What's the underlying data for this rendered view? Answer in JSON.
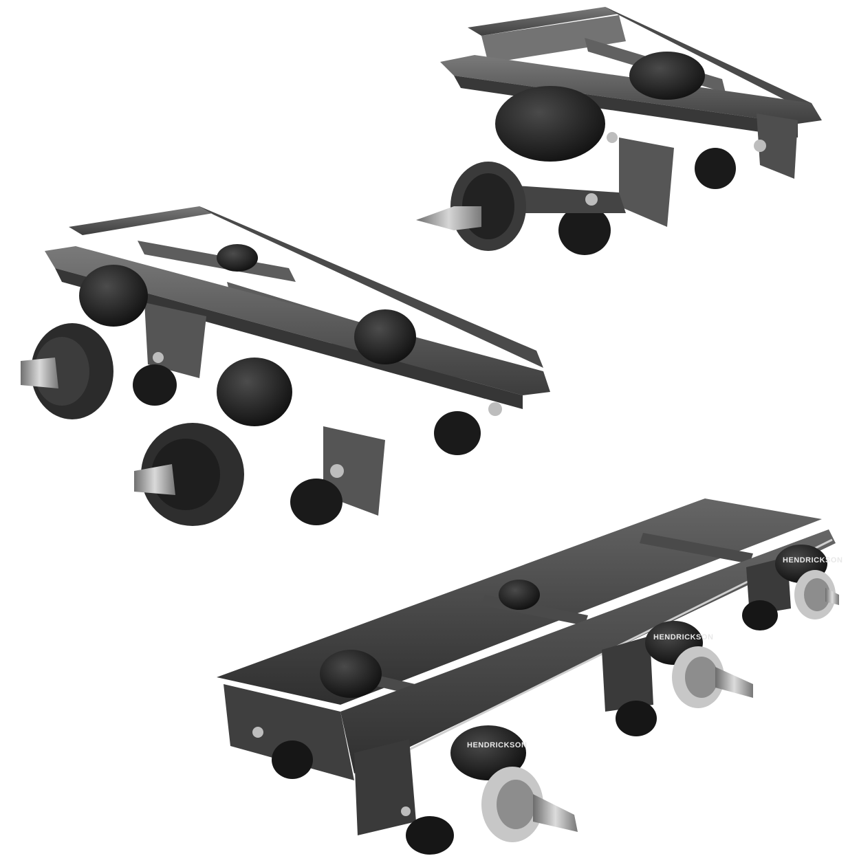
{
  "scene": {
    "background": "#ffffff",
    "frame_color": "#555555",
    "frame_shadow": "#3a3a3a",
    "frame_highlight": "#8a8a8a",
    "airbag_color": "#1f1f1f",
    "drum_color": "#c9c9c9",
    "steel_color": "#b8b8b8"
  },
  "units": [
    {
      "name": "single-axle suspension",
      "axles": 1
    },
    {
      "name": "tandem-axle suspension",
      "axles": 2
    },
    {
      "name": "tridem-axle suspension",
      "axles": 3,
      "brand_label": "HENDRICKSON"
    }
  ]
}
